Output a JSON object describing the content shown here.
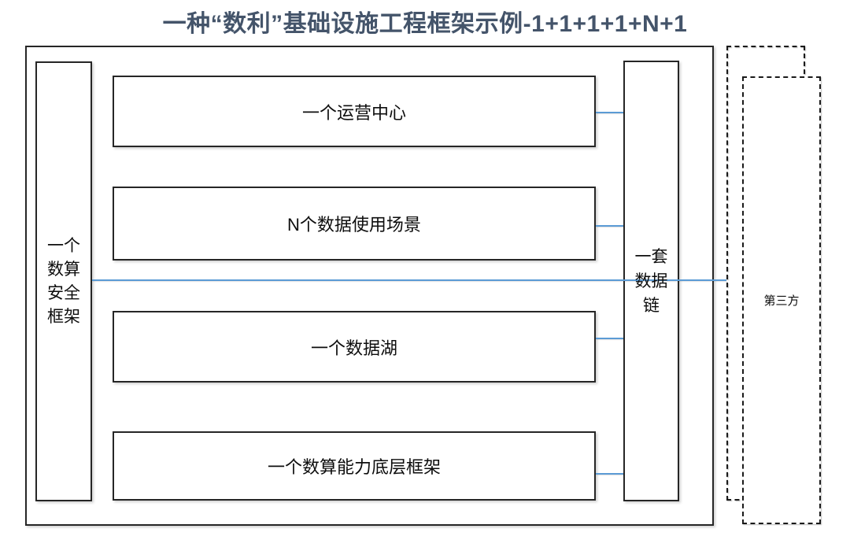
{
  "title": "一种“数利”基础设施工程框架示例-1+1+1+1+N+1",
  "diagram": {
    "security_frame": {
      "label": "一个数算安全框架",
      "lines": [
        "一个",
        "数算",
        "安全",
        "框架"
      ]
    },
    "layers": [
      {
        "label": "一个运营中心"
      },
      {
        "label": "N个数据使用场景"
      },
      {
        "label": "一个数据湖"
      },
      {
        "label": "一个数算能力底层框架"
      }
    ],
    "data_chain": {
      "label": "一套数据链",
      "lines": [
        "一套",
        "数据",
        "链"
      ]
    },
    "third_party": {
      "label": "第三方"
    }
  },
  "colors": {
    "title_text": "#44546A",
    "connector_blue": "#5B9BD5",
    "box_border": "#262626"
  }
}
